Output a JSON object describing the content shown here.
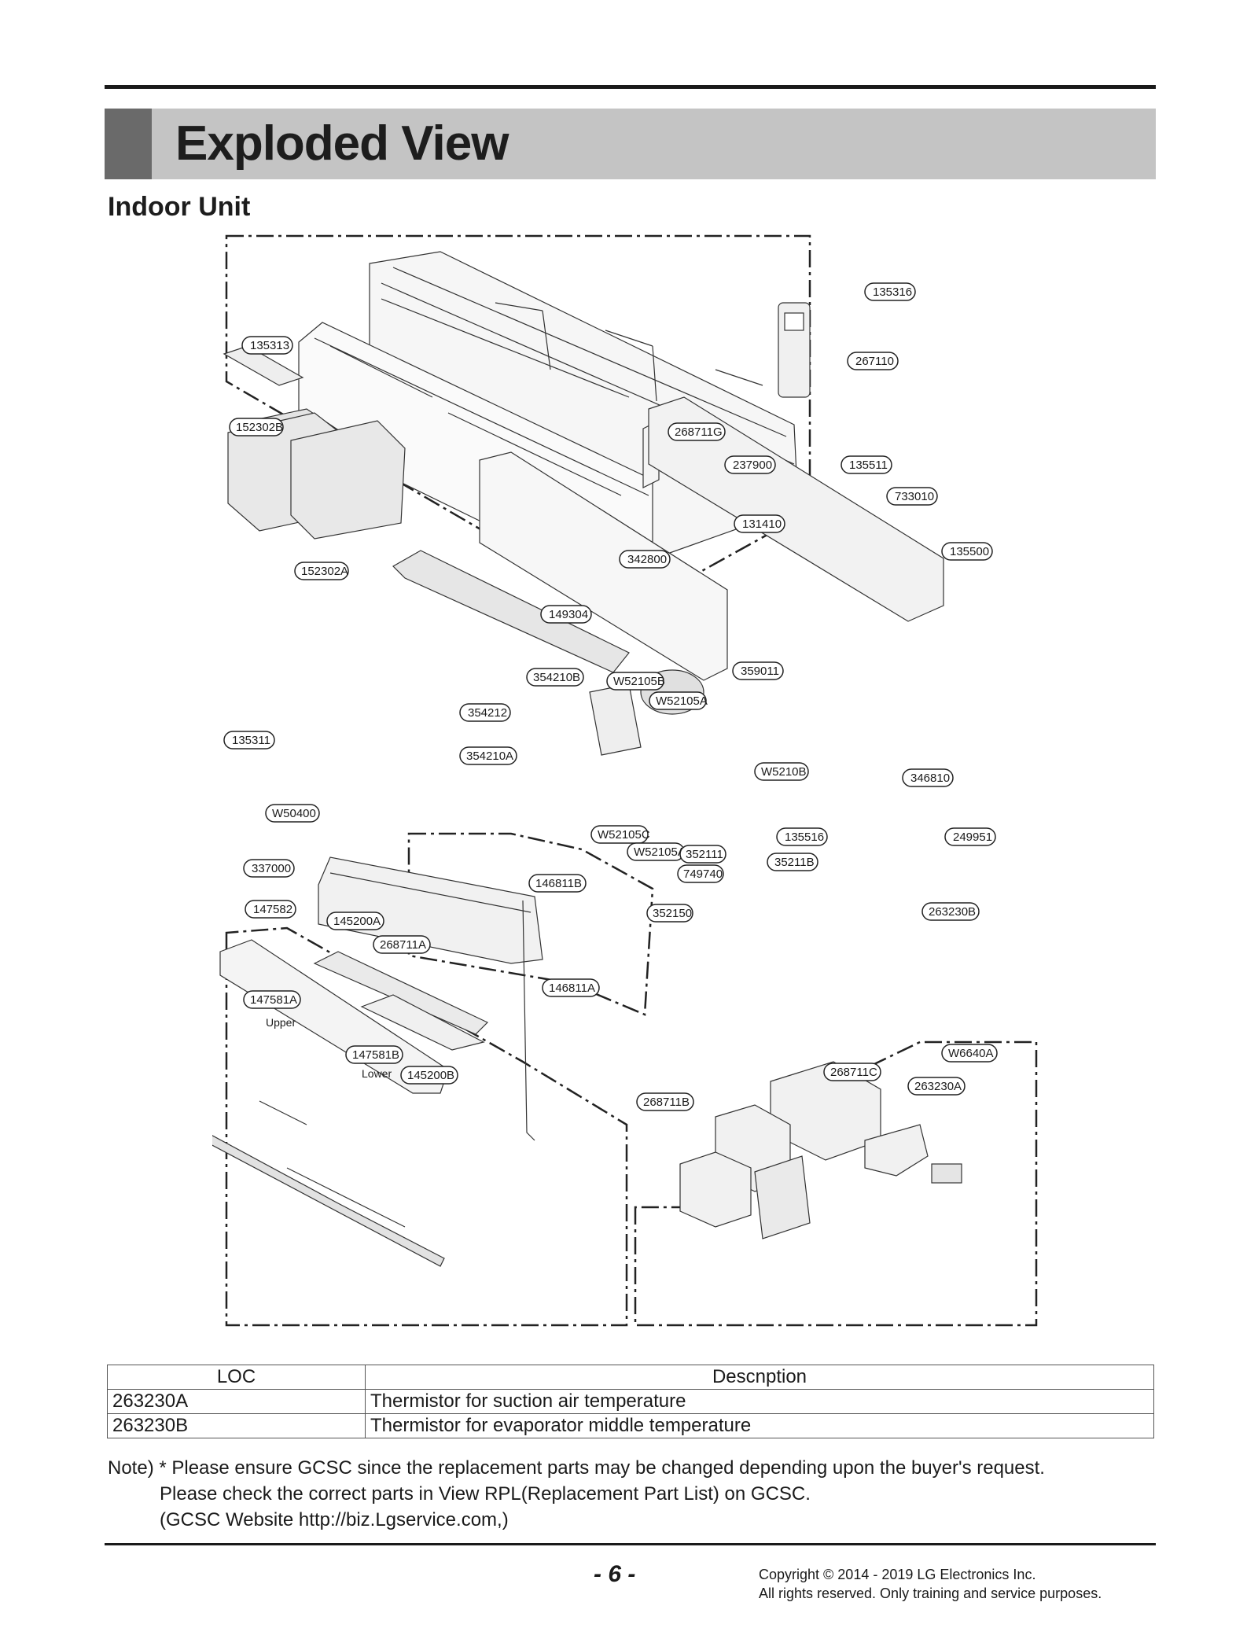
{
  "header": {
    "title": "Exploded View",
    "subtitle": "Indoor Unit"
  },
  "diagram": {
    "callouts": [
      "135316",
      "135313",
      "267110",
      "152302B",
      "268711G",
      "237900",
      "135511",
      "733010",
      "131410",
      "135500",
      "342800",
      "152302A",
      "149304",
      "354210B",
      "W52105B",
      "359011",
      "W52105A",
      "354212",
      "135311",
      "354210A",
      "W5210B",
      "346810",
      "W50400",
      "W52105C",
      "135516",
      "249951",
      "W52105A",
      "352111",
      "35211B",
      "337000",
      "749740",
      "146811B",
      "352150",
      "147582",
      "145200A",
      "263230B",
      "268711A",
      "146811A",
      "147581A",
      "W6640A",
      "147581B",
      "268711C",
      "145200B",
      "263230A",
      "268711B"
    ],
    "annotations": [
      "Upper",
      "Lower"
    ]
  },
  "table": {
    "headers": [
      "LOC",
      "Descnption"
    ],
    "rows": [
      [
        "263230A",
        "Thermistor for suction air temperature"
      ],
      [
        "263230B",
        "Thermistor for evaporator middle temperature"
      ]
    ]
  },
  "note": {
    "lines": [
      "Note) * Please ensure GCSC since the replacement parts may be changed depending upon the buyer's request.",
      "Please check  the correct parts in View RPL(Replacement Part List) on GCSC.",
      "(GCSC Website  http://biz.Lgservice.com,)"
    ]
  },
  "footer": {
    "page": "- 6 -",
    "copyright_1": "Copyright © 2014 - 2019 LG Electronics Inc.",
    "copyright_2": "All rights reserved. Only training and service purposes."
  }
}
